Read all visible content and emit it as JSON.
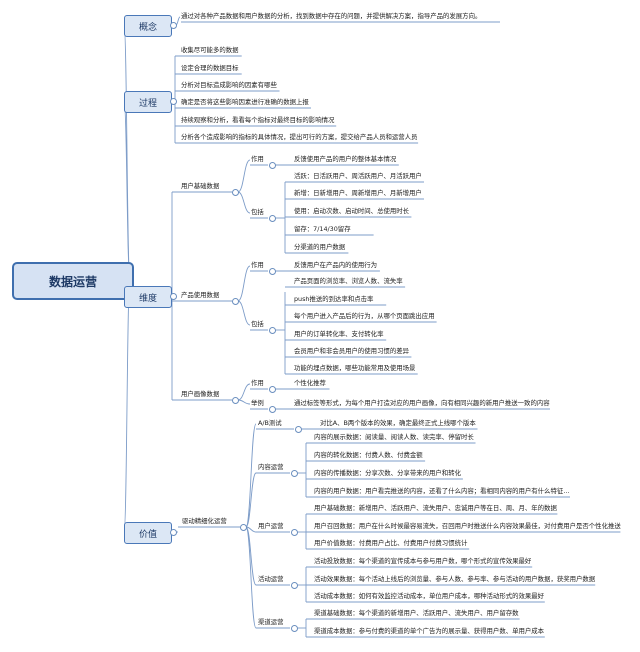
{
  "root": "数据运营",
  "sections": {
    "concept": {
      "title": "概念",
      "items": [
        "通过对各种产品数据和用户数据的分析，找到数据中存在的问题，并提供解决方案，指导产品的发展方向。"
      ]
    },
    "process": {
      "title": "过程",
      "items": [
        "收集尽可能多的数据",
        "设定合理的数据目标",
        "分析对目标造成影响的因素有哪些",
        "确定是否将这些影响因素进行准确的数据上报",
        "持续观察和分析，看看每个指标对最终目标的影响情况",
        "分析各个造成影响的指标的具体情况，提出可行的方案，提交给产品人员和运营人员"
      ]
    },
    "dimension": {
      "title": "维度",
      "groups": [
        {
          "name": "用户基础数据",
          "role_label": "作用",
          "role_text": "反馈使用产品的用户的整体基本情况",
          "include_label": "包括",
          "items": [
            "活跃：日活跃用户、周活跃用户、月活跃用户",
            "新增：日新增用户、周新增用户、月新增用户",
            "使用：启动次数、启动时间、总使用时长",
            "留存：7/14/30留存",
            "分渠道的用户数据"
          ]
        },
        {
          "name": "产品使用数据",
          "role_label": "作用",
          "role_text": "反馈用户在产品内的使用行为",
          "include_label": "包括",
          "items": [
            "产品页面的浏览率、浏览人数、流失率",
            "push推送的到达率和点击率",
            "每个用户进入产品后的行为，从哪个页面跳出应用",
            "用户的订单转化率、支付转化率",
            "会员用户和非会员用户的使用习惯的差异",
            "功能的埋点数据，哪些功能常用及使用场景"
          ]
        },
        {
          "name": "用户画像数据",
          "role_label": "作用",
          "role_text": "个性化推荐",
          "include_label": "举例",
          "items": [
            "通过标签等形式，为每个用户打造对应的用户画像，向有相同兴趣的新用户推送一致的内容"
          ]
        }
      ]
    },
    "value": {
      "title": "价值",
      "hub": "驱动精细化运营",
      "ab_label": "A/B测试",
      "ab_text": "对比A、B两个版本的效果，确定最终正式上线哪个版本",
      "groups": [
        {
          "name": "内容运营",
          "items": [
            "内容的展示数据：阅读量、阅读人数、读完率、停留时长",
            "内容的转化数据：付费人数、付费金额",
            "内容的传播数据：分享次数、分享带来的用户和转化",
            "内容的用户数据：用户看完推送的内容，还看了什么内容；看相同内容的用户有什么特征…"
          ]
        },
        {
          "name": "用户运营",
          "items": [
            "用户基础数据：新增用户、活跃用户、流失用户、忠诚用户等在日、周、月、年的数据",
            "用户召回数据：用户在什么时候最容易流失，召回用户时推送什么内容效果最佳，对付费用户是否个性化推送",
            "用户价值数据：付费用户占比、付费用户付费习惯统计"
          ]
        },
        {
          "name": "活动运营",
          "items": [
            "活动投放数据：每个渠道的宣传成本与参与用户数，哪个形式的宣传效果最好",
            "活动效果数据：每个活动上线后的浏览量、参与人数、参与率、参与活动的用户数据，获奖用户数据",
            "活动成本数据：如何有效监控活动成本，单位用户成本，哪种活动形式的效果最好"
          ]
        },
        {
          "name": "渠道运营",
          "items": [
            "渠道基础数据：每个渠道的新增用户、活跃用户、流失用户、用户留存数",
            "渠道成本数据：参与付费的渠道的单个广告为的展示量、获得用户数、单用户成本"
          ]
        }
      ]
    }
  }
}
